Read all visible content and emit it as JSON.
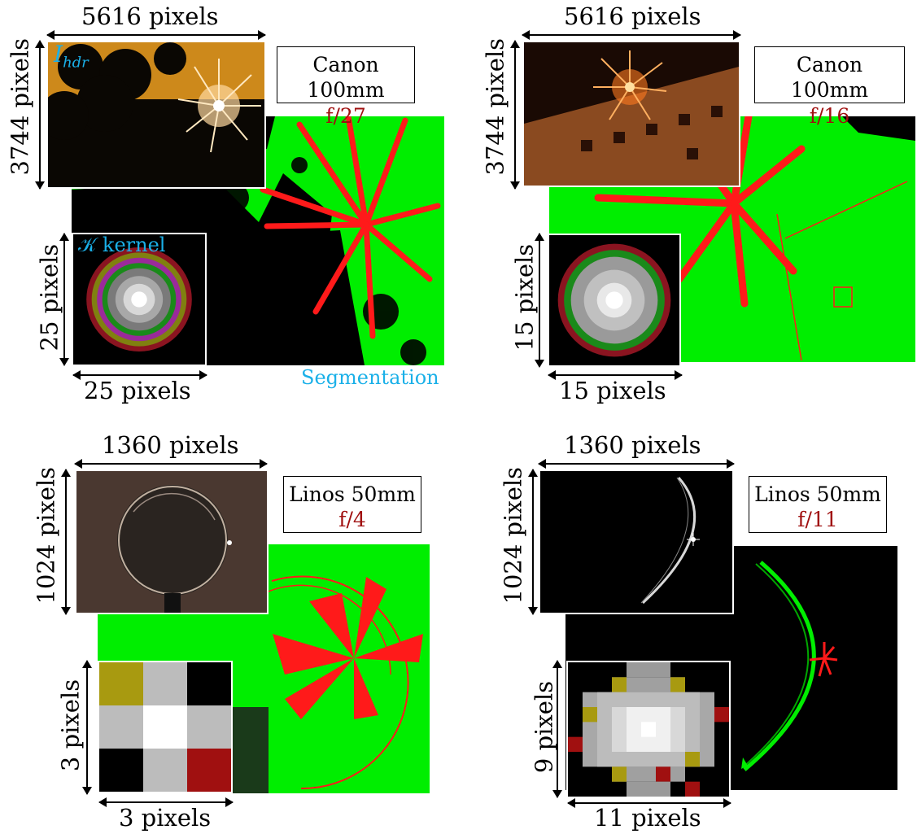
{
  "panels": [
    {
      "width_label": "5616 pixels",
      "height_label": "3744 pixels",
      "lens": "Canon 100mm",
      "aperture": "f/27",
      "kernel_width_label": "25 pixels",
      "kernel_height_label": "25 pixels",
      "image_label": "I",
      "image_label_sub": "hdr",
      "kernel_label": "𝒦 kernel",
      "segmentation_label": "Segmentation"
    },
    {
      "width_label": "5616 pixels",
      "height_label": "3744 pixels",
      "lens": "Canon 100mm",
      "aperture": "f/16",
      "kernel_width_label": "15 pixels",
      "kernel_height_label": "15 pixels"
    },
    {
      "width_label": "1360 pixels",
      "height_label": "1024 pixels",
      "lens": "Linos 50mm",
      "aperture": "f/4",
      "kernel_width_label": "3 pixels",
      "kernel_height_label": "3 pixels"
    },
    {
      "width_label": "1360 pixels",
      "height_label": "1024 pixels",
      "lens": "Linos 50mm",
      "aperture": "f/11",
      "kernel_width_label": "11 pixels",
      "kernel_height_label": "9 pixels"
    }
  ],
  "colors": {
    "segmentation_green": "#00ee00",
    "segmentation_red": "#ff1a1a",
    "aperture_text": "#a01010",
    "label_cyan": "#1ab0e8"
  }
}
